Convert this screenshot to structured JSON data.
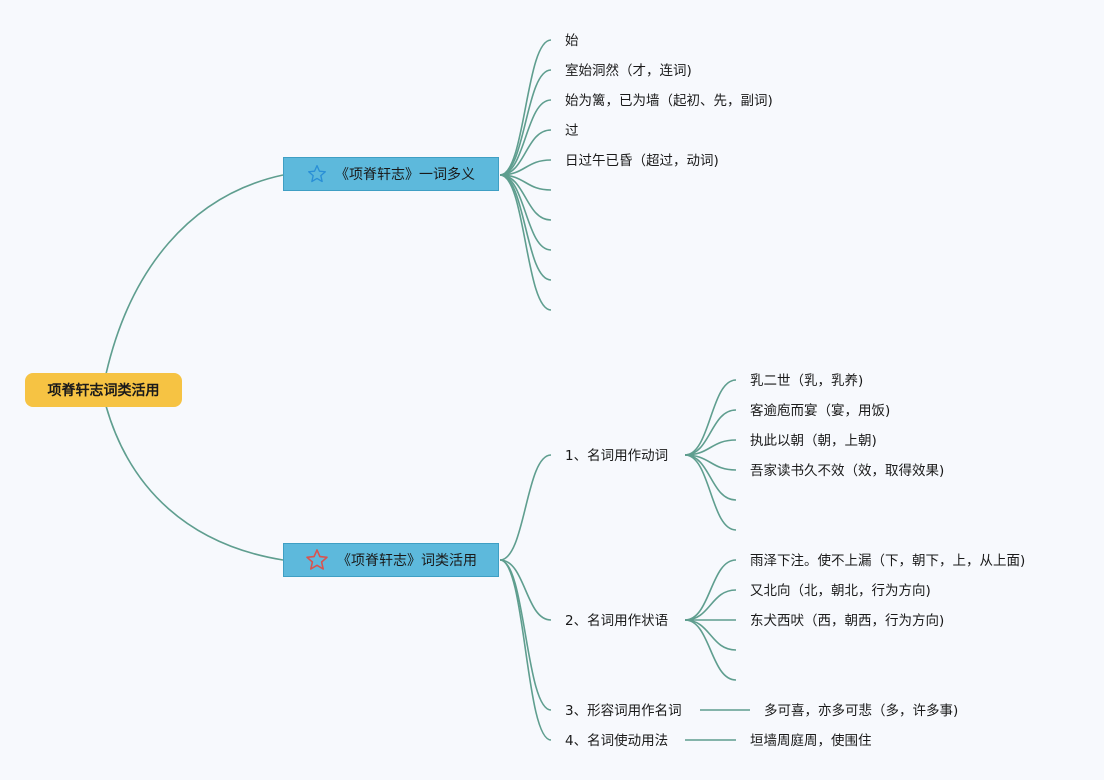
{
  "root": {
    "label": "项脊轩志词类活用"
  },
  "branch1": {
    "label": "《项脊轩志》一词多义",
    "star_color": "#2a8fd6",
    "items": [
      "始",
      "室始洞然（才，连词)",
      "始为篱，已为墙（起初、先，副词)",
      "过",
      "日过午已昏（超过，动词)",
      "",
      "",
      "",
      "",
      ""
    ]
  },
  "branch2": {
    "label": "《项脊轩志》词类活用",
    "star_color": "#d9534f",
    "groups": [
      {
        "label": "1、名词用作动词",
        "items": [
          "乳二世（乳，乳养)",
          "客逾庖而宴（宴，用饭)",
          "执此以朝（朝，上朝)",
          "吾家读书久不效（效，取得效果)",
          "",
          ""
        ]
      },
      {
        "label": "2、名词用作状语",
        "items": [
          "雨泽下注。使不上漏（下，朝下，上，从上面)",
          "又北向（北，朝北，行为方向)",
          "东犬西吠（西，朝西，行为方向)",
          "",
          ""
        ]
      },
      {
        "label": "3、形容词用作名词",
        "items": [
          "多可喜，亦多可悲（多，许多事)"
        ]
      },
      {
        "label": "4、名词使动用法",
        "items": [
          "垣墙周庭周，使围住"
        ]
      }
    ]
  },
  "colors": {
    "line": "#5f9e8f",
    "root_fill": "#f6c343",
    "branch_fill": "#5db9dc"
  }
}
